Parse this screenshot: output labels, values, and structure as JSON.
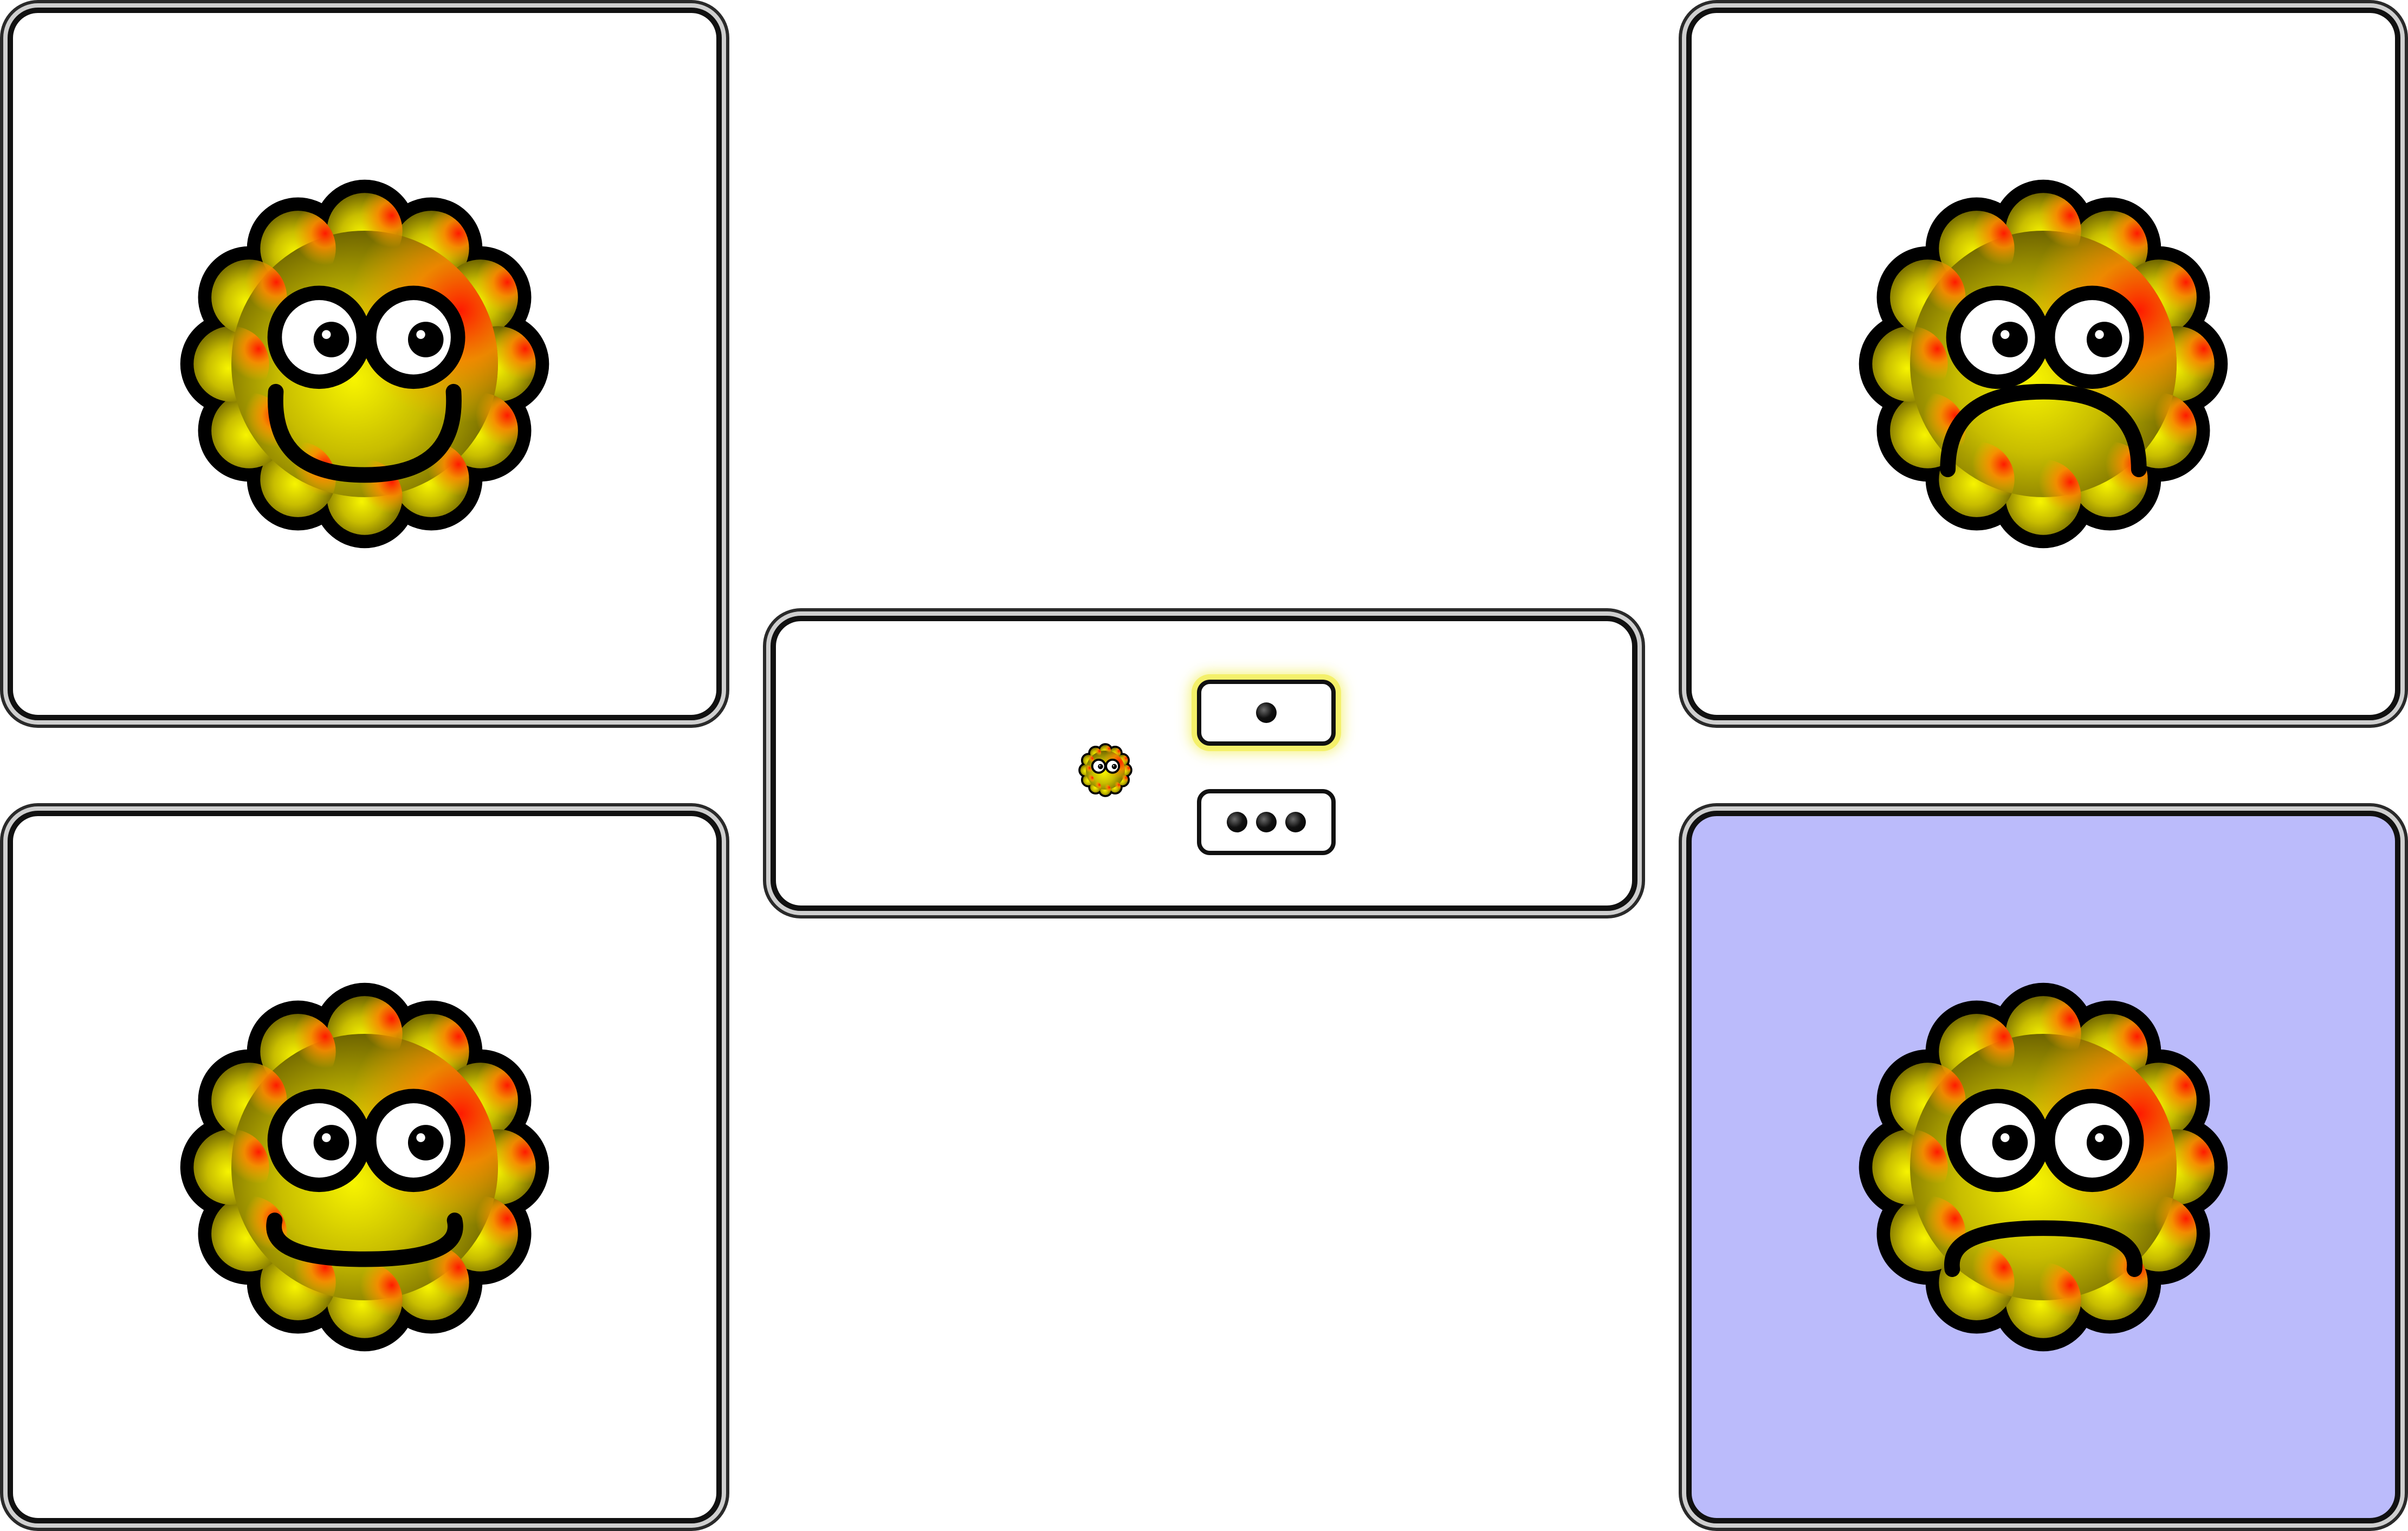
{
  "game": {
    "cards": [
      {
        "id": "top-left",
        "expression": "big-smile",
        "selected": false
      },
      {
        "id": "bottom-left",
        "expression": "small-smile",
        "selected": false
      },
      {
        "id": "top-right",
        "expression": "big-frown",
        "selected": false
      },
      {
        "id": "bottom-right",
        "expression": "small-frown",
        "selected": true
      }
    ],
    "control_panel": {
      "preview_icon": "flower-face-icon",
      "modes": [
        {
          "name": "single-dot",
          "dots": 1,
          "selected": true
        },
        {
          "name": "triple-dot",
          "dots": 3,
          "selected": false
        }
      ]
    }
  },
  "colors": {
    "background": "#ffffff",
    "card_fill": "#ffffff",
    "card_selected_fill": "#bbbbfb",
    "outline": "#111111",
    "face_yellow": "#f4ee00",
    "face_orange": "#ff8a00",
    "face_red": "#ff1a00",
    "face_olive": "#5c5200",
    "selected_glow": "#f4f06a"
  }
}
